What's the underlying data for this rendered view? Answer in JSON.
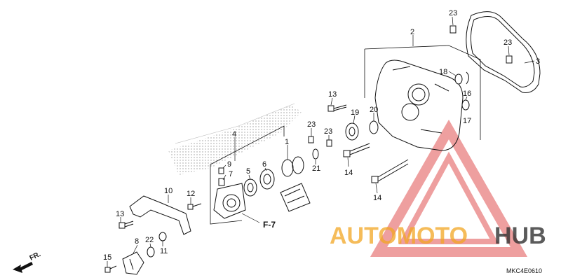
{
  "diagram": {
    "labels": {
      "p1": "1",
      "p2": "2",
      "p3": "3",
      "p4": "4",
      "p5": "5",
      "p6": "6",
      "p7": "7",
      "p8": "8",
      "p9": "9",
      "p10": "10",
      "p11": "11",
      "p12": "12",
      "p13a": "13",
      "p13b": "13",
      "p14a": "14",
      "p14b": "14",
      "p15": "15",
      "p16": "16",
      "p17": "17",
      "p18": "18",
      "p19": "19",
      "p20": "20",
      "p21": "21",
      "p22": "22",
      "p23a": "23",
      "p23b": "23",
      "p23c": "23",
      "p23d": "23"
    },
    "reference": "F-7",
    "direction": "FR.",
    "code": "MKC4E0610"
  },
  "watermark": {
    "brand_a": "AUTOMOTO",
    "brand_b": "HUB",
    "colors": {
      "triangle": "#e05050",
      "brand_a": "#f2a623",
      "brand_b": "#333333"
    }
  }
}
